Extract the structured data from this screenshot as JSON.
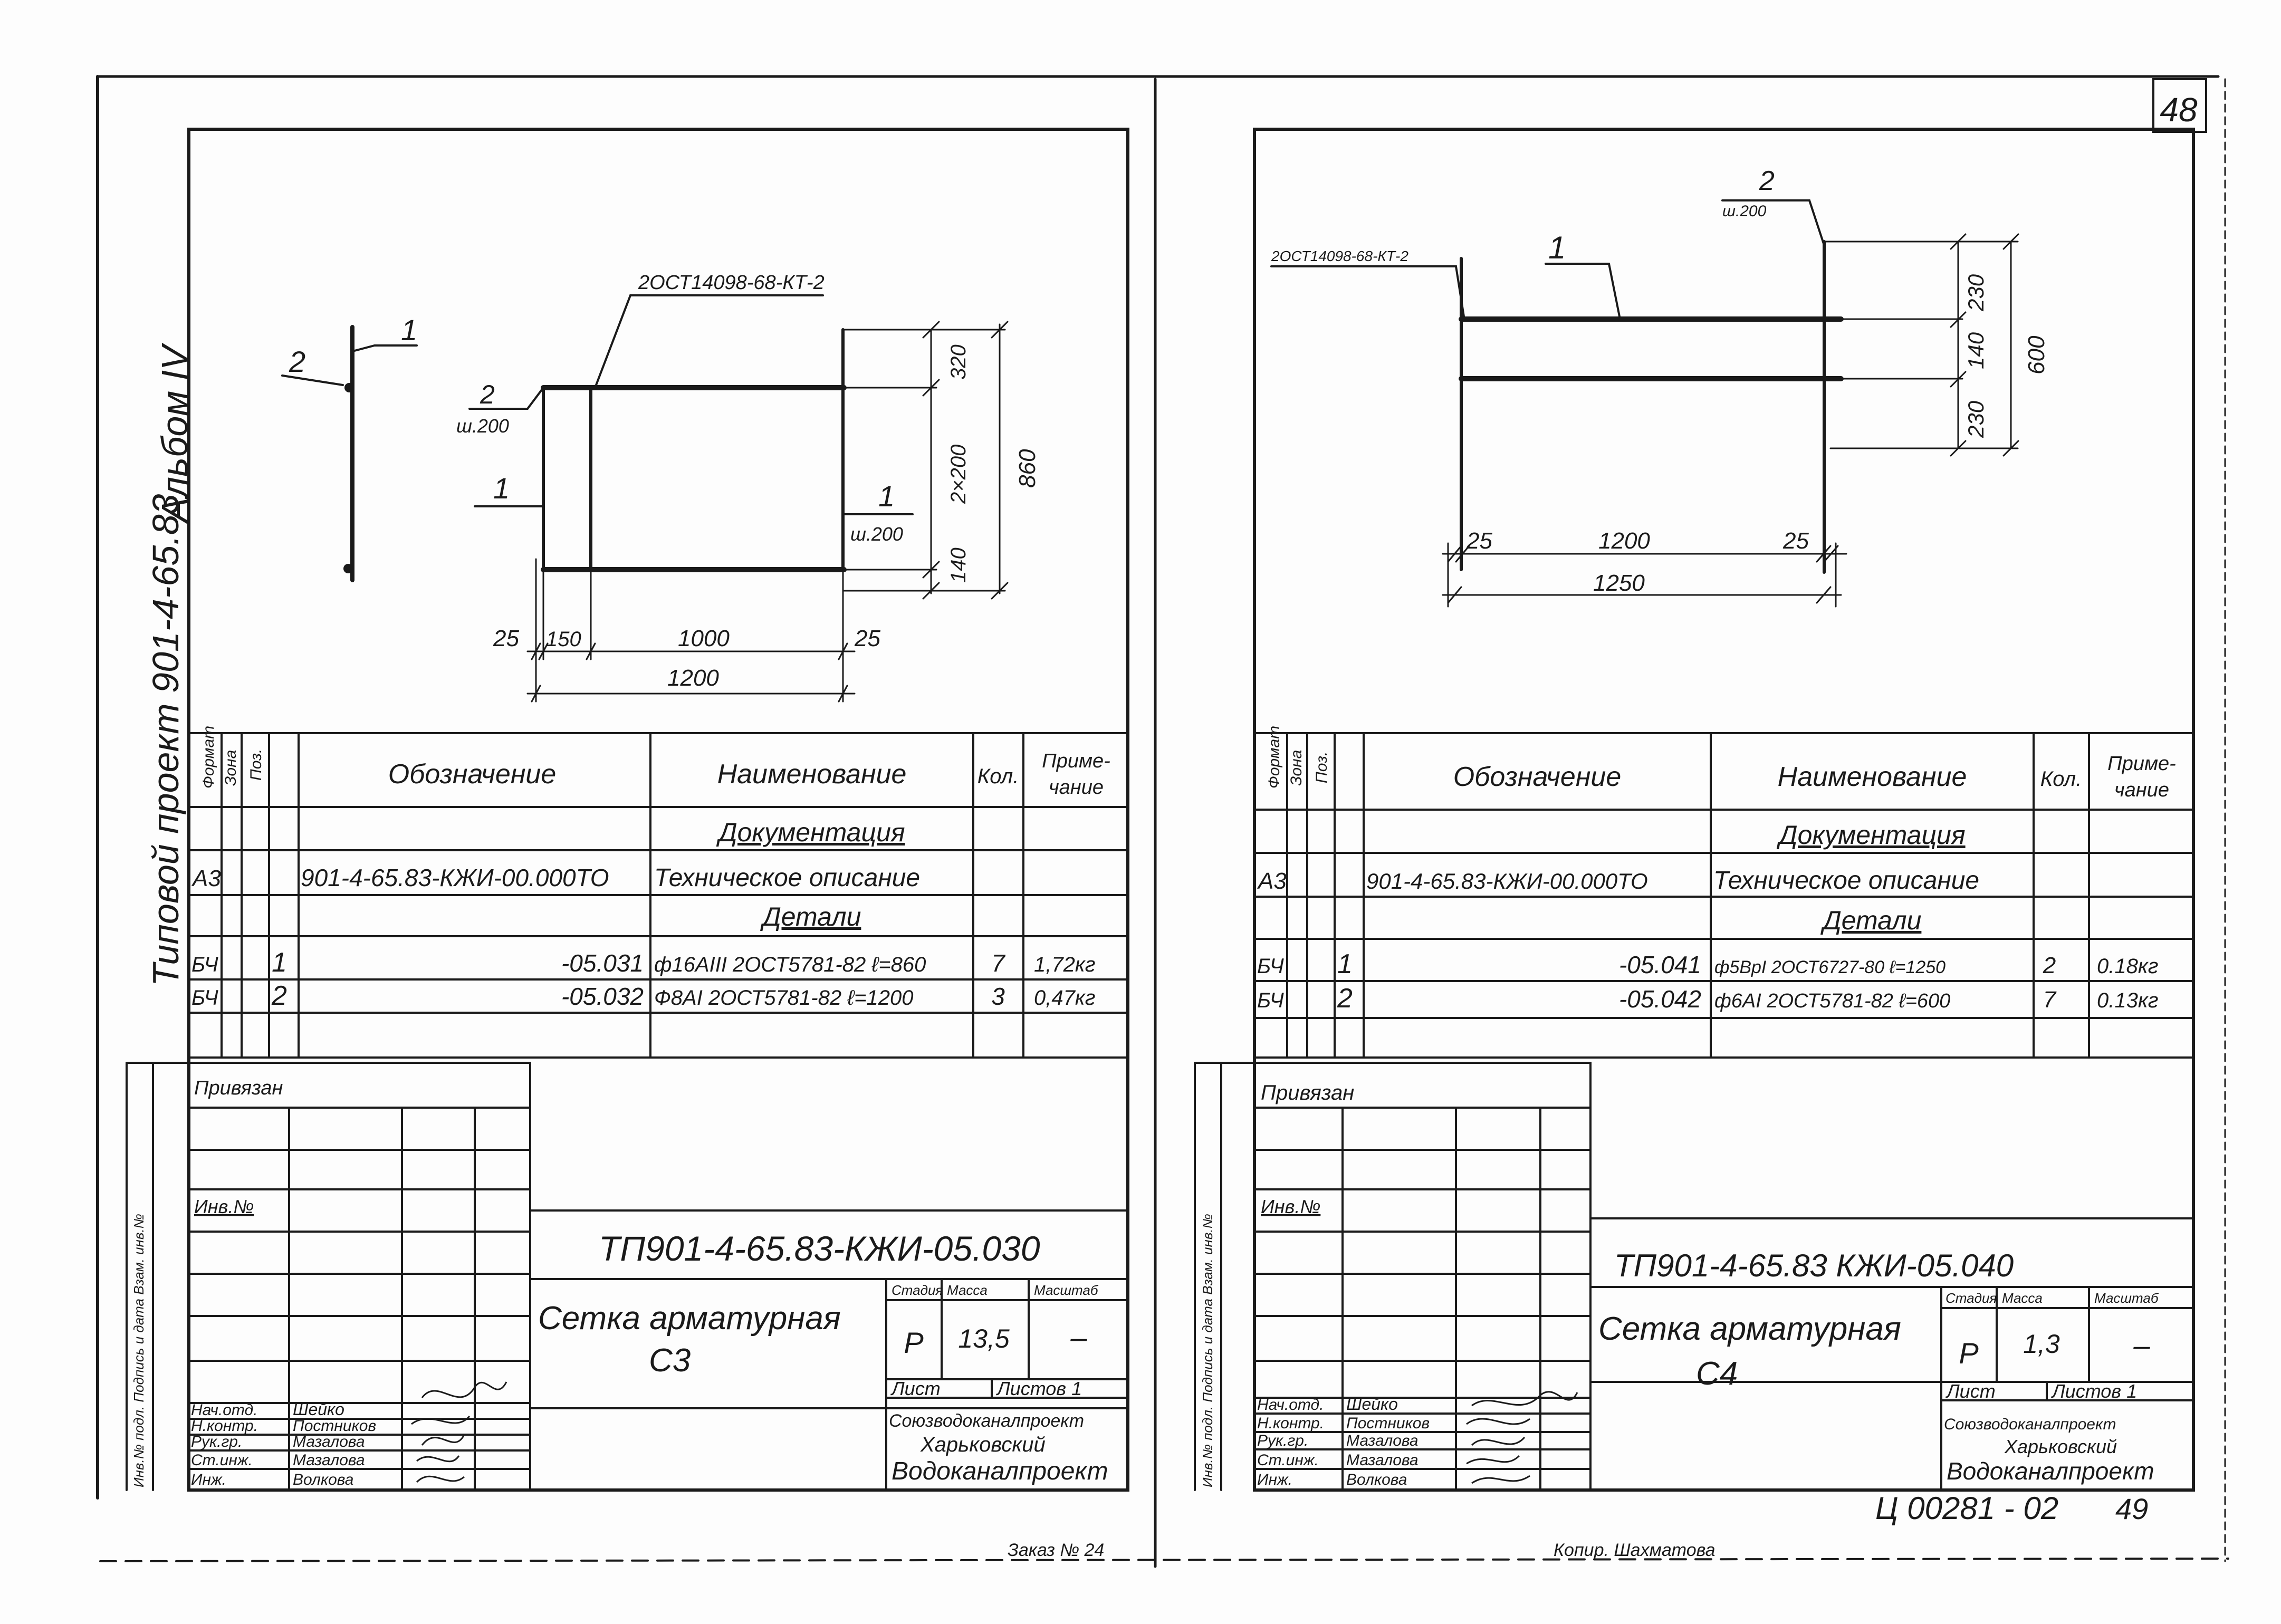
{
  "sheet": {
    "number": "48",
    "album": "Альбом IV",
    "project": "Типовой проект 901-4-65.83",
    "archive_number": "Ц 00281 - 02",
    "archive_page": "49",
    "footer_left": "Заказ № 24",
    "footer_right": "Копир. Шахматова"
  },
  "drawings": [
    {
      "labels": {
        "side_pos2": "2",
        "side_pos1": "1",
        "standard": "2ОСТ14098-68-КТ-2",
        "pos2": "2",
        "pos2_pitch": "ш.200",
        "pos1_left": "1",
        "pos1_right": "1",
        "pos1_pitch": "ш.200"
      },
      "dims": {
        "top_320": "320",
        "middle": "2×200",
        "total_860": "860",
        "bottom_140": "140",
        "d25_left": "25",
        "d150": "150",
        "d1000": "1000",
        "d25_right": "25",
        "d1200": "1200"
      }
    },
    {
      "labels": {
        "standard": "2ОСТ14098-68-КТ-2",
        "pos1": "1",
        "pos2": "2",
        "pos2_pitch": "ш.200"
      },
      "dims": {
        "top_230": "230",
        "middle_140": "140",
        "bottom_230": "230",
        "total_600": "600",
        "d25_left": "25",
        "d1200": "1200",
        "d25_right": "25",
        "d1250": "1250"
      }
    }
  ],
  "specs": [
    {
      "headers": {
        "format": "Формат",
        "zone": "Зона",
        "pos": "Поз.",
        "designation": "Обозначение",
        "name": "Наименование",
        "qty": "Кол.",
        "note_line1": "Приме-",
        "note_line2": "чание"
      },
      "section_documentation": "Документация",
      "section_parts": "Детали",
      "rows": [
        {
          "format": "А3",
          "pos": "",
          "designation": "901-4-65.83-КЖИ-00.000ТО",
          "name": "Техническое описание",
          "qty": "",
          "note": ""
        },
        {
          "format": "БЧ",
          "pos": "1",
          "designation": "-05.031",
          "name": "ф16АIII 2ОСТ5781-82 ℓ=860",
          "qty": "7",
          "note": "1,72кг"
        },
        {
          "format": "БЧ",
          "pos": "2",
          "designation": "-05.032",
          "name": "Ф8АI 2ОСТ5781-82 ℓ=1200",
          "qty": "3",
          "note": "0,47кг"
        }
      ]
    },
    {
      "headers": {
        "format": "Формат",
        "zone": "Зона",
        "pos": "Поз.",
        "designation": "Обозначение",
        "name": "Наименование",
        "qty": "Кол.",
        "note_line1": "Приме-",
        "note_line2": "чание"
      },
      "section_documentation": "Документация",
      "section_parts": "Детали",
      "rows": [
        {
          "format": "А3",
          "pos": "",
          "designation": "901-4-65.83-КЖИ-00.000ТО",
          "name": "Техническое описание",
          "qty": "",
          "note": ""
        },
        {
          "format": "БЧ",
          "pos": "1",
          "designation": "-05.041",
          "name": "ф5ВрI 2ОСТ6727-80 ℓ=1250",
          "qty": "2",
          "note": "0.18кг"
        },
        {
          "format": "БЧ",
          "pos": "2",
          "designation": "-05.042",
          "name": "ф6АI 2ОСТ5781-82 ℓ=600",
          "qty": "7",
          "note": "0.13кг"
        }
      ]
    }
  ],
  "title_blocks": [
    {
      "side_stamp": "Инв.№ подл.  Подпись и дата  Взам. инв.№",
      "bound_label": "Привязан",
      "inv_label": "Инв.№",
      "code": "ТП901-4-65.83-КЖИ-05.030",
      "title_line1": "Сетка арматурная",
      "title_line2": "С3",
      "stage_label": "Стадия",
      "mass_label": "Масса",
      "scale_label": "Масштаб",
      "stage": "Р",
      "mass": "13,5",
      "scale": "–",
      "sheet_label": "Лист",
      "sheets_label": "Листов 1",
      "org_line1": "Союзводоканалпроект",
      "org_line2": "Харьковский",
      "org_line3": "Водоканалпроект",
      "staff": [
        {
          "role": "Нач.отд.",
          "name": "Шейко"
        },
        {
          "role": "Н.контр.",
          "name": "Постников"
        },
        {
          "role": "Рук.гр.",
          "name": "Мазалова"
        },
        {
          "role": "Ст.инж.",
          "name": "Мазалова"
        },
        {
          "role": "Инж.",
          "name": "Волкова"
        }
      ]
    },
    {
      "side_stamp": "Инв.№ подл.  Подпись и дата  Взам. инв.№",
      "bound_label": "Привязан",
      "inv_label": "Инв.№",
      "code": "ТП901-4-65.83 КЖИ-05.040",
      "title_line1": "Сетка арматурная",
      "title_line2": "С4",
      "stage_label": "Стадия",
      "mass_label": "Масса",
      "scale_label": "Масштаб",
      "stage": "Р",
      "mass": "1,3",
      "scale": "–",
      "sheet_label": "Лист",
      "sheets_label": "Листов 1",
      "org_line1": "Союзводоканалпроект",
      "org_line2": "Харьковский",
      "org_line3": "Водоканалпроект",
      "staff": [
        {
          "role": "Нач.отд.",
          "name": "Шейко"
        },
        {
          "role": "Н.контр.",
          "name": "Постников"
        },
        {
          "role": "Рук.гр.",
          "name": "Мазалова"
        },
        {
          "role": "Ст.инж.",
          "name": "Мазалова"
        },
        {
          "role": "Инж.",
          "name": "Волкова"
        }
      ]
    }
  ]
}
